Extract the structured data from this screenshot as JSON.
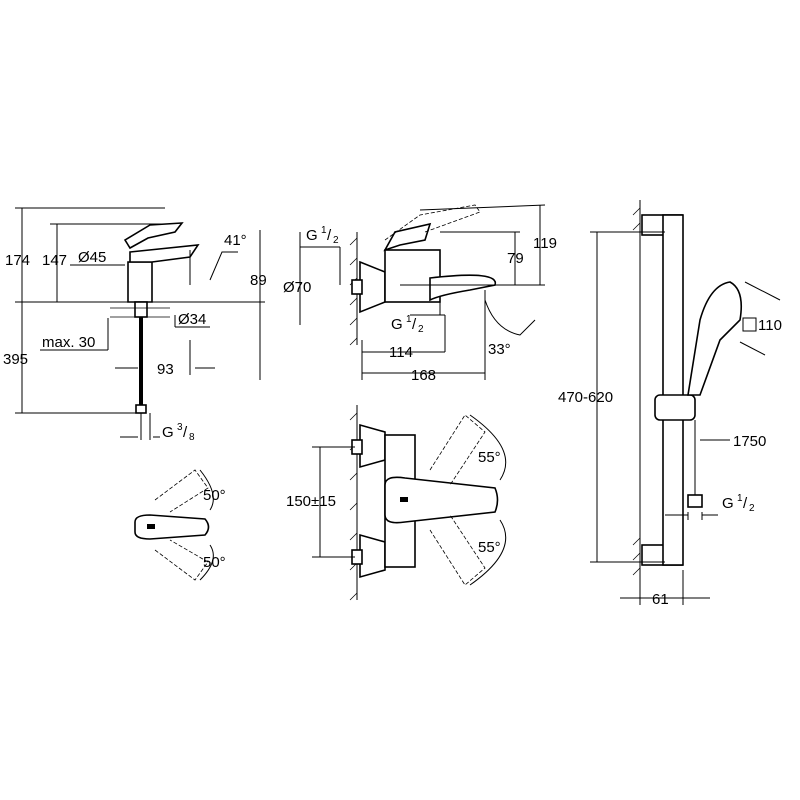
{
  "basin_mixer": {
    "height_total": "174",
    "height_spout": "147",
    "diameter_body": "Ø45",
    "spout_angle": "41°",
    "spout_height": "89",
    "hose_length": "395",
    "max_thickness": "max. 30",
    "hole_diameter": "Ø34",
    "projection": "93",
    "connection": {
      "prefix": "G",
      "num": "3",
      "den": "8"
    }
  },
  "basin_handle": {
    "angle_up": "50°",
    "angle_down": "50°"
  },
  "bath_mixer": {
    "connection_top": {
      "prefix": "G",
      "num": "1",
      "den": "2"
    },
    "escutcheon": "Ø70",
    "connection_bottom": {
      "prefix": "G",
      "num": "1",
      "den": "2"
    },
    "depth_spout": "114",
    "depth_total": "168",
    "spout_angle": "33°",
    "height_total": "119",
    "height_body": "79"
  },
  "bath_front": {
    "centres": "150±15",
    "angle_up": "55°",
    "angle_down": "55°"
  },
  "shower_set": {
    "rail_range": "470-620",
    "head_size": "110",
    "hose_length": "1750",
    "connection": {
      "prefix": "G",
      "num": "1",
      "den": "2"
    },
    "wall_distance": "61"
  }
}
